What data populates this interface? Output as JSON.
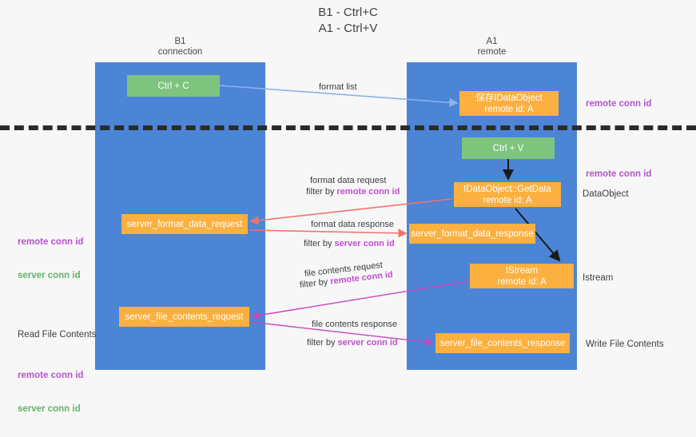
{
  "title": "B1 - Ctrl+C\nA1 - Ctrl+V",
  "colors": {
    "lane": "#4c84d6",
    "green_node": "#7dc47f",
    "orange_node": "#fbb040",
    "purple_text": "#b455c8",
    "green_text": "#63b36a",
    "divider": "#2b2b2b",
    "blue_arrow": "#8ab4e8",
    "red_arrow": "#f0736a",
    "magenta_arrow": "#cc44bb",
    "black_arrow": "#1a1a1a"
  },
  "columns": [
    {
      "id": "b1",
      "title": "B1\nconnection"
    },
    {
      "id": "a1",
      "title": "A1\nremote"
    }
  ],
  "nodes": {
    "ctrl_c": "Ctrl + C",
    "save_dataobject": "保存IDataObject\nremote id: A",
    "ctrl_v": "Ctrl + V",
    "getdata": "IDataObject::GetData\nremote id: A",
    "server_format_data_request": "server_format_data_request",
    "server_format_data_response": "server_format_data_response",
    "istream": "IStream\nremote id: A",
    "server_file_contents_request": "server_file_contents_request",
    "server_file_contents_response": "server_file_contents_response"
  },
  "edge_labels": {
    "format_list": "format list",
    "format_data_request": "format data request",
    "format_data_request_filter_prefix": "filter by ",
    "format_data_request_filter_key": "remote conn id",
    "format_data_response": "format data response",
    "format_data_response_filter_prefix": "filter by ",
    "format_data_response_filter_key": "server conn id",
    "file_contents_request": "file contents request",
    "file_contents_request_filter_prefix": "filter by ",
    "file_contents_request_filter_key": "remote conn id",
    "file_contents_response": "file contents response",
    "file_contents_response_filter_prefix": "filter by ",
    "file_contents_response_filter_key": "server conn id"
  },
  "annotations": {
    "right_remote_conn_id_top": "remote conn id",
    "right_remote_conn_id_mid": "remote conn id",
    "right_dataobject": "DataObject",
    "right_istream": "Istream",
    "right_write_file_contents": "Write File Contents",
    "left_group_1_purple": "remote conn id",
    "left_group_1_green": "server conn id",
    "left_group_2_title": "Read File Contents",
    "left_group_2_purple": "remote conn id",
    "left_group_2_green": "server conn id"
  }
}
